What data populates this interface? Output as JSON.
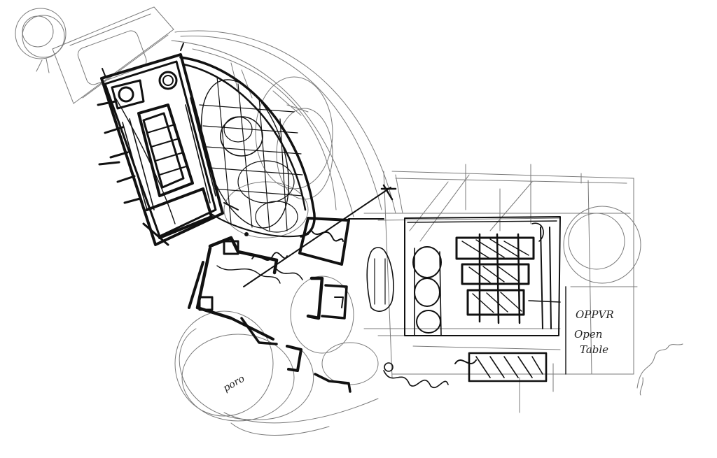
{
  "drawing": {
    "ink_color": "#111111",
    "light_ink_color": "#6a6a6a",
    "paper_color": "#ffffff",
    "annotations": {
      "right_note_line_1": "OPPVR",
      "right_note_line_2": "Open",
      "right_note_line_3": "Table",
      "lower_left_note": "poro"
    }
  }
}
